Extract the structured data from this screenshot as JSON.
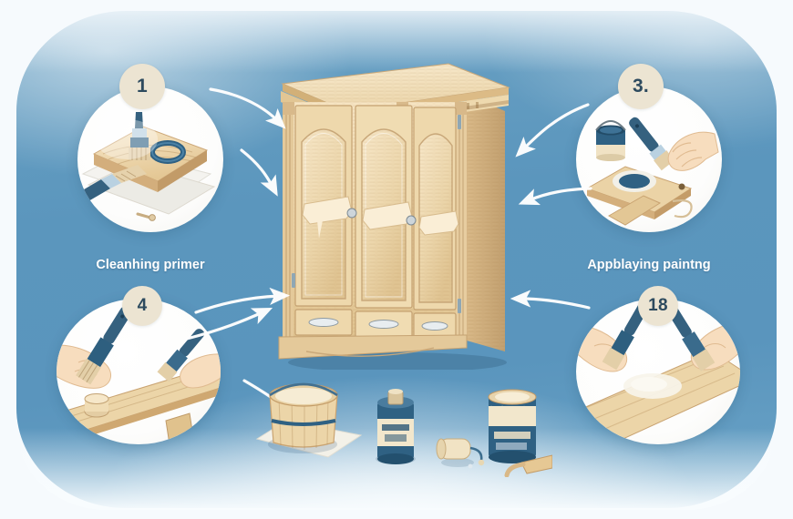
{
  "meta": {
    "title": "Furniture refinishing step-by-step illustration",
    "subject": "wooden wardrobe cabinet painting process"
  },
  "colors": {
    "page_background": "#f6fafd",
    "panel_blue": "#5b96bd",
    "panel_blue_light": "#6ba4c7",
    "badge_cream": "#ece4d2",
    "badge_text": "#2d4a5e",
    "caption_text": "#ffffff",
    "wood_light": "#f3dfba",
    "wood_mid": "#e9cf9f",
    "wood_dark": "#c9a06a",
    "paint_blue": "#2f5d7d",
    "arrow_white": "#ffffff"
  },
  "steps": [
    {
      "id": "step-1",
      "badge": "1",
      "caption": "Cleanhing primer",
      "scene": "wood board on white sheet with paint brush and a blue ring of tape; second brush in foreground"
    },
    {
      "id": "step-3",
      "badge": "3.",
      "caption": "Appblaying paintng",
      "scene": "hand holding brush dipping into blue paint puddle on a wooden board, open paint can behind"
    },
    {
      "id": "step-4",
      "badge": "4",
      "caption": "",
      "scene": "two hands holding paint brushes over a long wooden plank"
    },
    {
      "id": "step-18",
      "badge": "18",
      "caption": "",
      "scene": "two hands with brushes applying white coating to a wooden plank"
    }
  ],
  "center": {
    "name": "wooden-wardrobe",
    "description": "three-door light oak wardrobe cabinet with carved crown moulding, arched raised panels, oval drawer pulls and three bottom drawers",
    "door_count": "3",
    "drawer_count": "3"
  },
  "supplies": [
    {
      "id": "paint-bucket",
      "label": "",
      "description": "open wooden-sided paint bucket filled with cream paint, metal handle, on a white cloth"
    },
    {
      "id": "paint-can-tall",
      "label": "",
      "description": "tall blue and cream paint can with illegible label"
    },
    {
      "id": "roller-small",
      "label": "",
      "description": "small paint roller lying on its side"
    },
    {
      "id": "paint-can-wide",
      "label": "",
      "description": "wide blue and cream paint can with illegible label"
    },
    {
      "id": "wood-scrap",
      "label": "",
      "description": "small wooden scrap / scraper on the right"
    }
  ],
  "arrows": [
    {
      "id": "arrow-1",
      "from": "step-1",
      "to": "cabinet",
      "direction": "right-down"
    },
    {
      "id": "arrow-2",
      "from": "step-1",
      "to": "cabinet",
      "direction": "right-down"
    },
    {
      "id": "arrow-3",
      "from": "step-3",
      "to": "cabinet",
      "direction": "left-down"
    },
    {
      "id": "arrow-4",
      "from": "step-3",
      "to": "cabinet",
      "direction": "left"
    },
    {
      "id": "arrow-5",
      "from": "step-4",
      "to": "cabinet",
      "direction": "right-up"
    },
    {
      "id": "arrow-6",
      "from": "step-4",
      "to": "cabinet",
      "direction": "right-up"
    },
    {
      "id": "arrow-7",
      "from": "step-18",
      "to": "cabinet",
      "direction": "left-up"
    },
    {
      "id": "arrow-8",
      "from": "step-4",
      "to": "supplies",
      "direction": "right-down"
    }
  ]
}
